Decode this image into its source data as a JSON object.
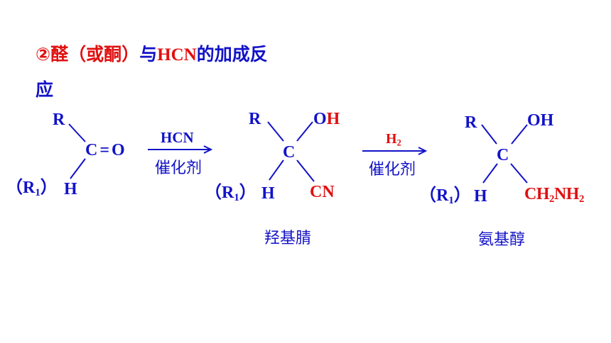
{
  "heading": {
    "circle_num": "②",
    "aldehyde": "醛（或酮）",
    "with": "与",
    "reagent": "HCN",
    "rest_line1": "的加成反",
    "rest_line2": "应"
  },
  "reactant": {
    "R": "R",
    "C": "C",
    "double_bond": "=",
    "O": "O",
    "R1_open": "（",
    "R1_R": "R",
    "R1_sub": "1",
    "R1_close": "）",
    "H": "H"
  },
  "arrow1": {
    "above": "HCN",
    "below": "催化剂"
  },
  "product1": {
    "R": "R",
    "C": "C",
    "O": "O",
    "H_of_OH": "H",
    "R1_open": "（",
    "R1_R": "R",
    "R1_sub": "1",
    "R1_close": "）",
    "H": "H",
    "CN": "CN",
    "name": "羟基腈"
  },
  "arrow2": {
    "above_main": "H",
    "above_sub": "2",
    "below": "催化剂"
  },
  "product2": {
    "R": "R",
    "C": "C",
    "OH": "OH",
    "R1_open": "（",
    "R1_R": "R",
    "R1_sub": "1",
    "R1_close": "）",
    "H": "H",
    "CH": "CH",
    "CH_sub": "2",
    "NH": "NH",
    "NH_sub": "2",
    "name": "氨基醇"
  },
  "colors": {
    "blue": "#1212c8",
    "red": "#e01010"
  }
}
